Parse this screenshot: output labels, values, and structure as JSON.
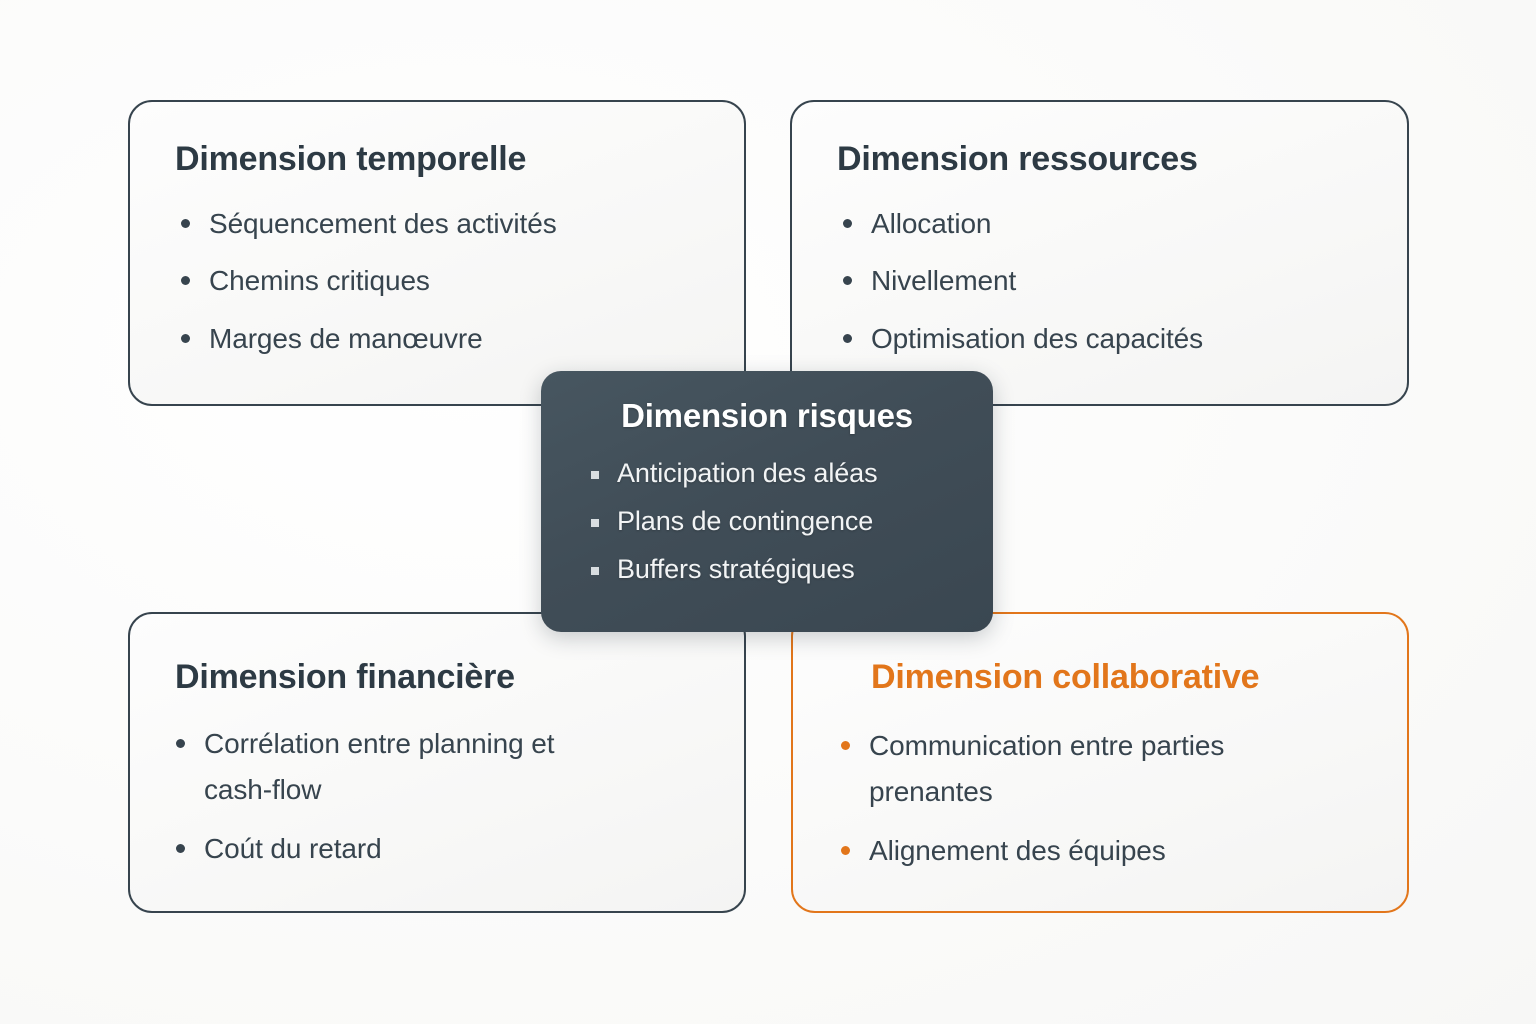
{
  "background_color": "#fbfbfb",
  "theme": {
    "dark_color": "#37444e",
    "accent_color": "#e2761b",
    "card_background": "#f9f9f8",
    "dark_card_background": "#404d57",
    "dark_card_text": "#f2f4f5"
  },
  "cards": [
    {
      "id": "temporelle",
      "title": "Dimension temporelle",
      "style": "outline-dark",
      "bullet_style": "round",
      "items": [
        "Séquencement des activités",
        "Chemins critiques",
        "Marges de manœuvre"
      ]
    },
    {
      "id": "ressources",
      "title": "Dimension ressources",
      "style": "outline-dark",
      "bullet_style": "round",
      "items": [
        "Allocation",
        "Nivellement",
        "Optimisation des capacités"
      ]
    },
    {
      "id": "risques",
      "title": "Dimension risques",
      "style": "filled-dark",
      "bullet_style": "square",
      "items": [
        "Anticipation des aléas",
        "Plans de contingence",
        "Buffers stratégiques"
      ]
    },
    {
      "id": "financiere",
      "title": "Dimension financière",
      "style": "outline-dark",
      "bullet_style": "round",
      "items": [
        "Corrélation entre planning et cash-flow",
        "Coút du retard"
      ]
    },
    {
      "id": "collaborative",
      "title": "Dimension collaborative",
      "style": "outline-accent",
      "bullet_style": "round",
      "items": [
        "Communication entre parties prenantes",
        "Alignement des équipes"
      ]
    }
  ]
}
